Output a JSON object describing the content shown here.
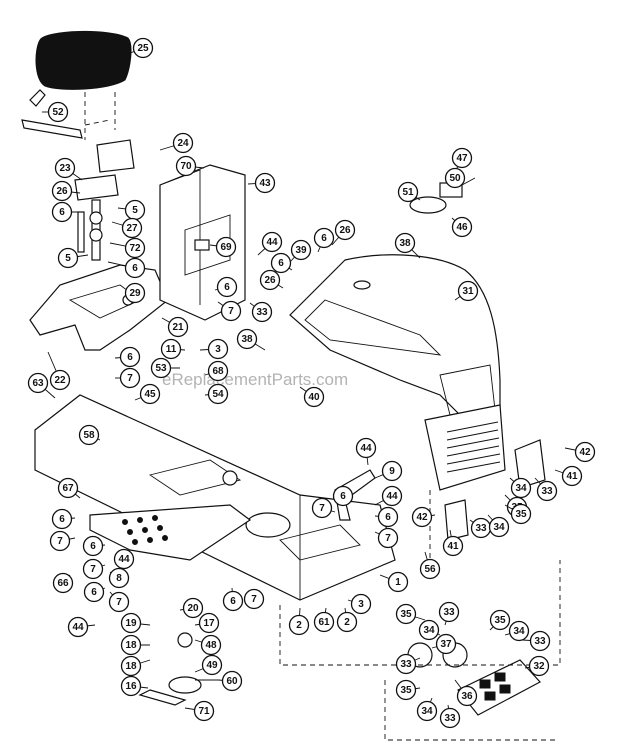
{
  "watermark": "eReplacementParts.com",
  "callouts": [
    {
      "label": "25"
    },
    {
      "label": "52"
    },
    {
      "label": "24"
    },
    {
      "label": "23"
    },
    {
      "label": "26"
    },
    {
      "label": "6"
    },
    {
      "label": "5"
    },
    {
      "label": "27"
    },
    {
      "label": "72"
    },
    {
      "label": "5"
    },
    {
      "label": "6"
    },
    {
      "label": "29"
    },
    {
      "label": "21"
    },
    {
      "label": "70"
    },
    {
      "label": "43"
    },
    {
      "label": "69"
    },
    {
      "label": "44"
    },
    {
      "label": "6"
    },
    {
      "label": "7"
    },
    {
      "label": "33"
    },
    {
      "label": "39"
    },
    {
      "label": "6"
    },
    {
      "label": "26"
    },
    {
      "label": "26"
    },
    {
      "label": "6"
    },
    {
      "label": "38"
    },
    {
      "label": "47"
    },
    {
      "label": "50"
    },
    {
      "label": "51"
    },
    {
      "label": "46"
    },
    {
      "label": "31"
    },
    {
      "label": "38"
    },
    {
      "label": "11"
    },
    {
      "label": "3"
    },
    {
      "label": "6"
    },
    {
      "label": "7"
    },
    {
      "label": "53"
    },
    {
      "label": "68"
    },
    {
      "label": "54"
    },
    {
      "label": "22"
    },
    {
      "label": "63"
    },
    {
      "label": "45"
    },
    {
      "label": "40"
    },
    {
      "label": "58"
    },
    {
      "label": "42"
    },
    {
      "label": "41"
    },
    {
      "label": "33"
    },
    {
      "label": "34"
    },
    {
      "label": "35"
    },
    {
      "label": "44"
    },
    {
      "label": "9"
    },
    {
      "label": "6"
    },
    {
      "label": "44"
    },
    {
      "label": "7"
    },
    {
      "label": "6"
    },
    {
      "label": "7"
    },
    {
      "label": "67"
    },
    {
      "label": "6"
    },
    {
      "label": "7"
    },
    {
      "label": "6"
    },
    {
      "label": "44"
    },
    {
      "label": "7"
    },
    {
      "label": "8"
    },
    {
      "label": "6"
    },
    {
      "label": "7"
    },
    {
      "label": "66"
    },
    {
      "label": "42"
    },
    {
      "label": "41"
    },
    {
      "label": "33"
    },
    {
      "label": "34"
    },
    {
      "label": "35"
    },
    {
      "label": "56"
    },
    {
      "label": "1"
    },
    {
      "label": "6"
    },
    {
      "label": "7"
    },
    {
      "label": "20"
    },
    {
      "label": "44"
    },
    {
      "label": "17"
    },
    {
      "label": "19"
    },
    {
      "label": "18"
    },
    {
      "label": "18"
    },
    {
      "label": "48"
    },
    {
      "label": "49"
    },
    {
      "label": "16"
    },
    {
      "label": "60"
    },
    {
      "label": "71"
    },
    {
      "label": "2"
    },
    {
      "label": "61"
    },
    {
      "label": "2"
    },
    {
      "label": "3"
    },
    {
      "label": "35"
    },
    {
      "label": "34"
    },
    {
      "label": "33"
    },
    {
      "label": "35"
    },
    {
      "label": "34"
    },
    {
      "label": "33"
    },
    {
      "label": "37"
    },
    {
      "label": "33"
    },
    {
      "label": "36"
    },
    {
      "label": "32"
    },
    {
      "label": "35"
    },
    {
      "label": "34"
    },
    {
      "label": "33"
    }
  ]
}
